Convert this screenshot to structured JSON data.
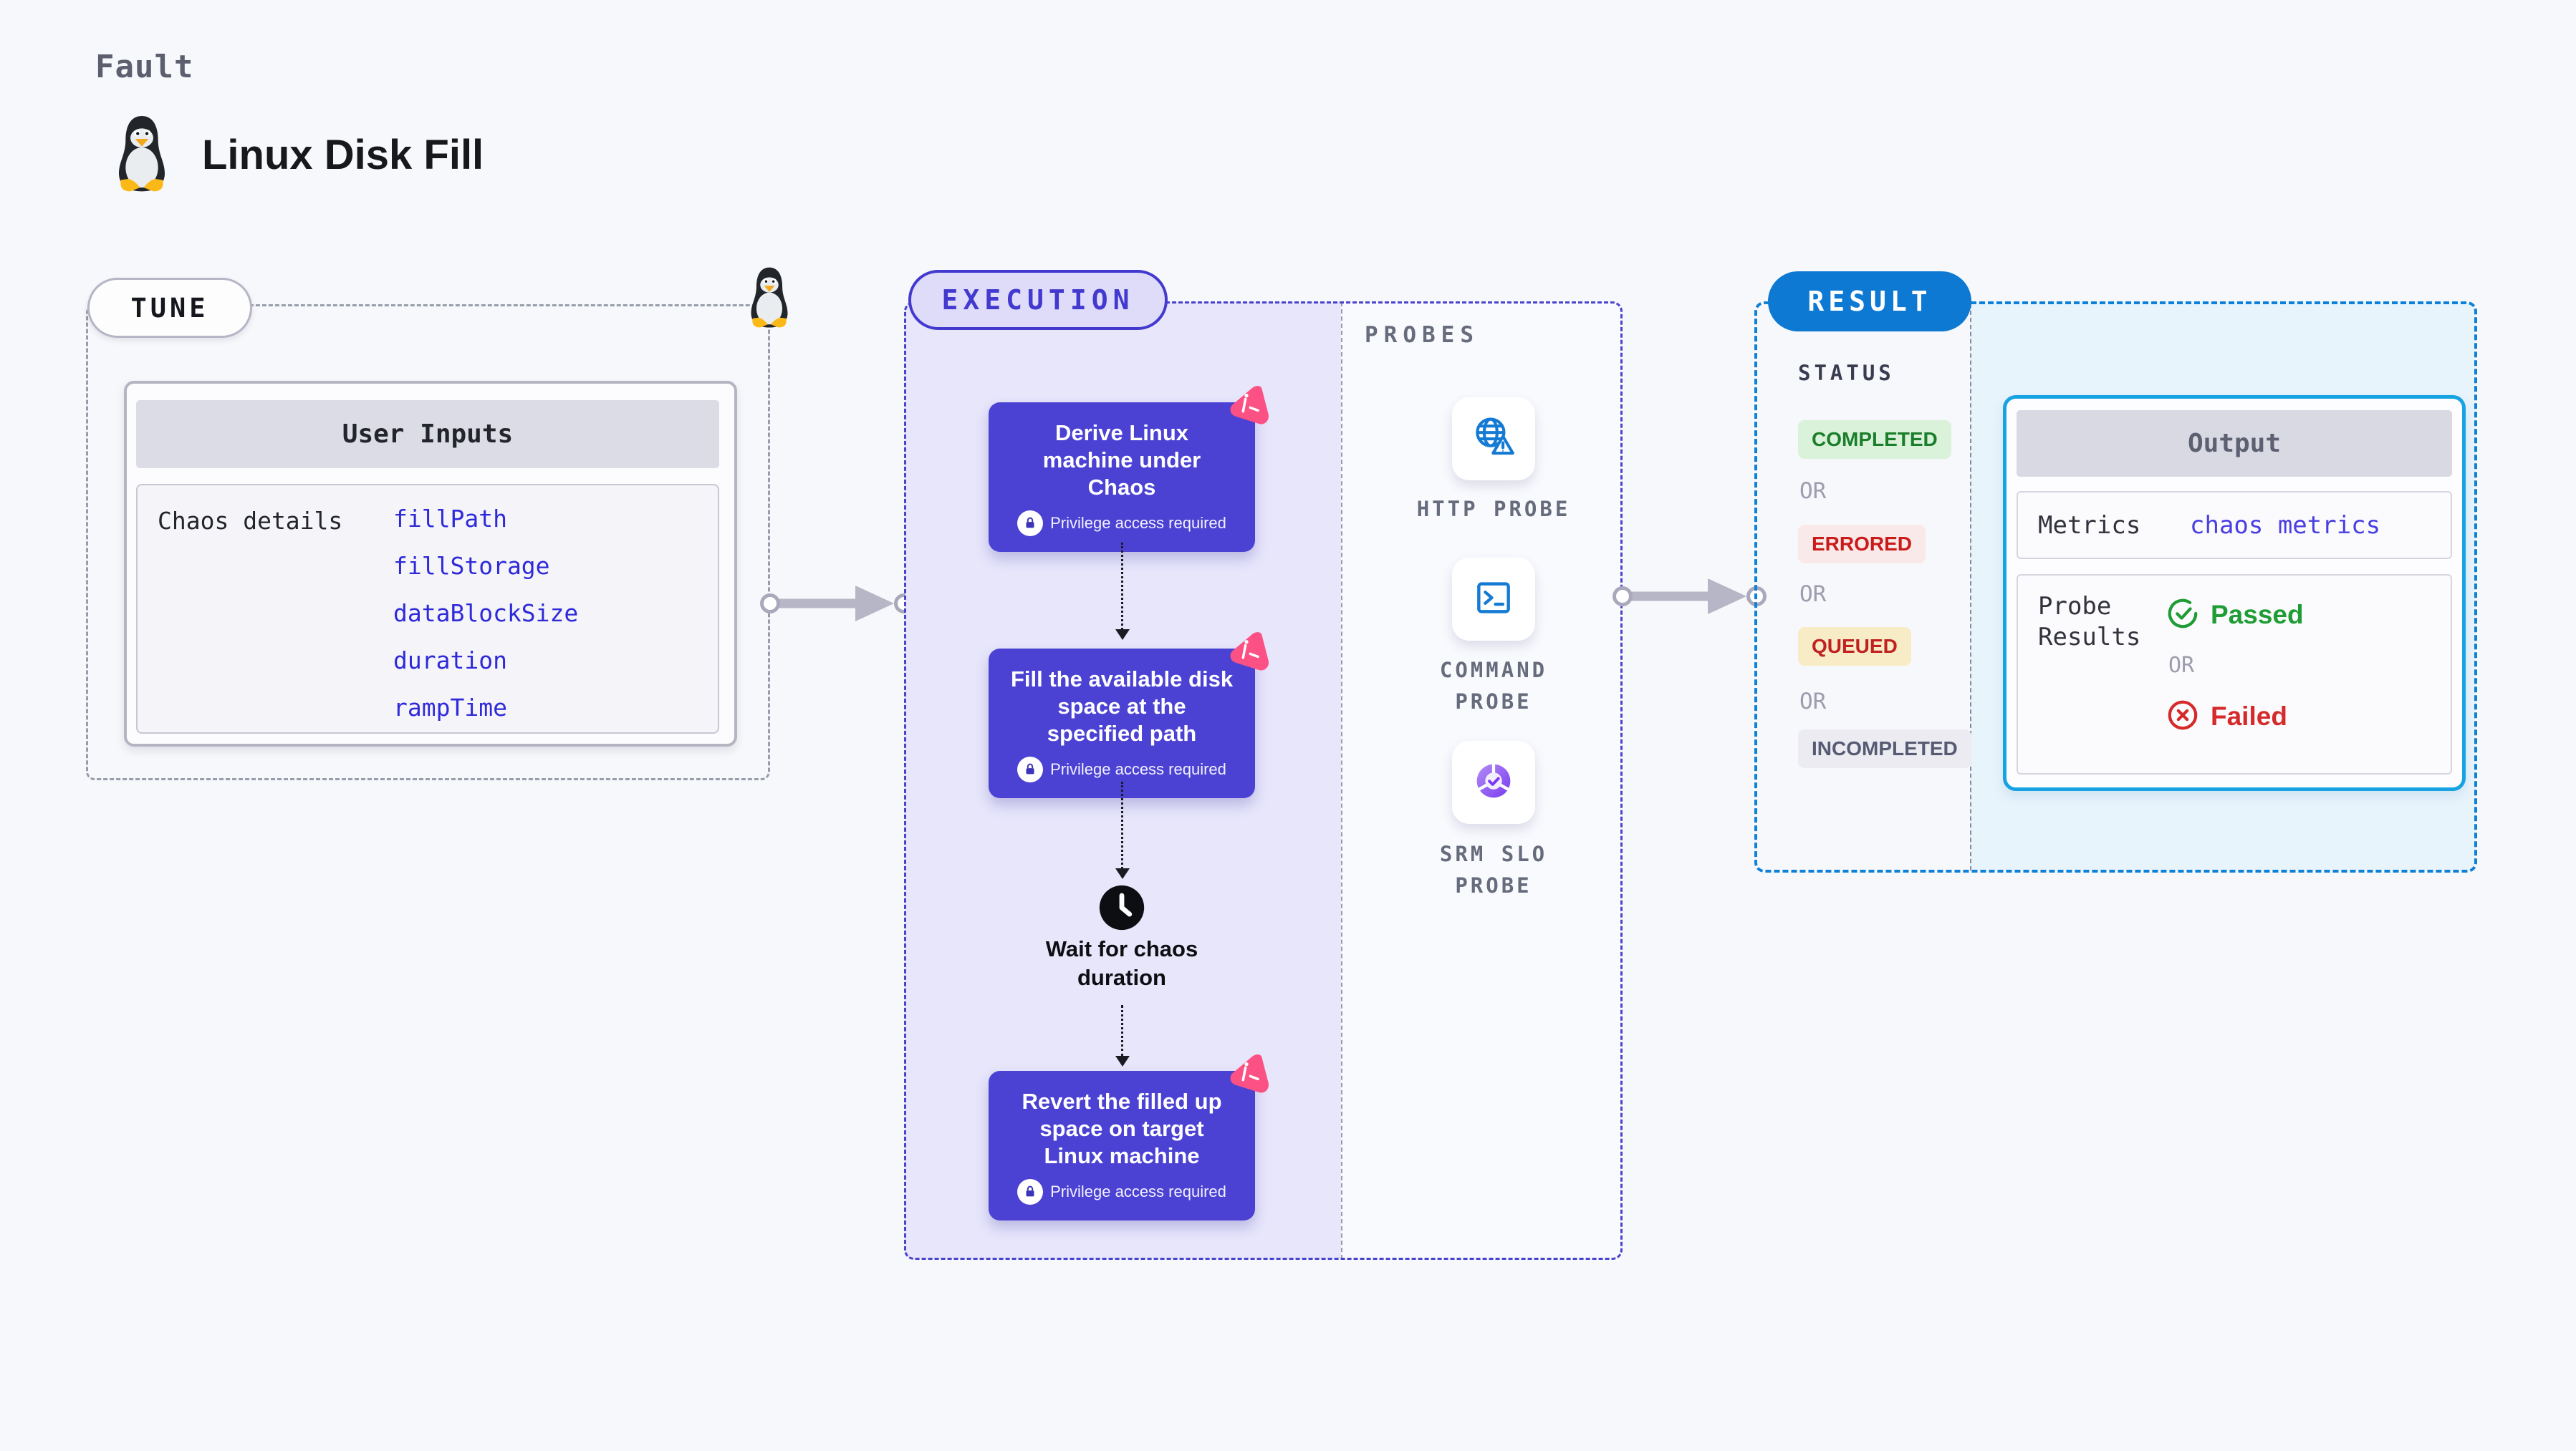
{
  "header": {
    "fault_label": "Fault",
    "title": "Linux Disk Fill",
    "title_icon": "tux-penguin-icon"
  },
  "tune": {
    "badge": "TUNE",
    "corner_icon": "tux-penguin-icon",
    "user_inputs_title": "User Inputs",
    "row_label": "Chaos details",
    "params": [
      "fillPath",
      "fillStorage",
      "dataBlockSize",
      "duration",
      "rampTime"
    ]
  },
  "execution": {
    "badge": "EXECUTION",
    "privilege_note": "Privilege access required",
    "steps": [
      {
        "title": "Derive Linux machine under Chaos"
      },
      {
        "title": "Fill the available disk space at the specified path"
      },
      {
        "title": "Revert the filled up space on target Linux machine"
      }
    ],
    "wait_label": "Wait for chaos duration",
    "step_corner_icon": "litmus-chaos-icon",
    "wait_icon": "clock-icon"
  },
  "probes": {
    "heading": "PROBES",
    "items": [
      {
        "label": "HTTP PROBE",
        "icon": "globe-alert-icon"
      },
      {
        "label": "COMMAND PROBE",
        "icon": "terminal-icon"
      },
      {
        "label": "SRM SLO PROBE",
        "icon": "slo-donut-check-icon"
      }
    ]
  },
  "result": {
    "badge": "RESULT",
    "status_heading": "STATUS",
    "or_label": "OR",
    "statuses": [
      {
        "label": "COMPLETED",
        "type": "success"
      },
      {
        "label": "ERRORED",
        "type": "error"
      },
      {
        "label": "QUEUED",
        "type": "warning"
      },
      {
        "label": "INCOMPLETED",
        "type": "neutral"
      }
    ],
    "output": {
      "title": "Output",
      "metrics_label": "Metrics",
      "metrics_value": "chaos metrics",
      "probe_results_label": "Probe Results",
      "or_label": "OR",
      "passed_label": "Passed",
      "failed_label": "Failed",
      "passed_icon": "check-circle-icon",
      "failed_icon": "x-circle-icon"
    }
  },
  "colors": {
    "page_bg": "#f7f8fb",
    "step_indigo": "#4b42d4",
    "execution_lavender": "#e7e6fb",
    "execution_border": "#4a43cd",
    "result_blue": "#0e79d2",
    "result_border": "#0d80d8",
    "output_border": "#17a3e2",
    "probe_icon_blue": "#157ad3",
    "litmus_pink": "#fb5185",
    "param_link_blue": "#2f2ad9",
    "metrics_link_blue": "#4a3fe2",
    "completed_green": "#1b7e2b",
    "errored_red": "#ca1b1b",
    "queued_yellow_bg": "#f8ecc6",
    "incompleted_gray": "#565a73",
    "passed_green": "#1f9c35",
    "failed_red": "#d62a2a",
    "arrow_gray": "#b6b6c6"
  }
}
